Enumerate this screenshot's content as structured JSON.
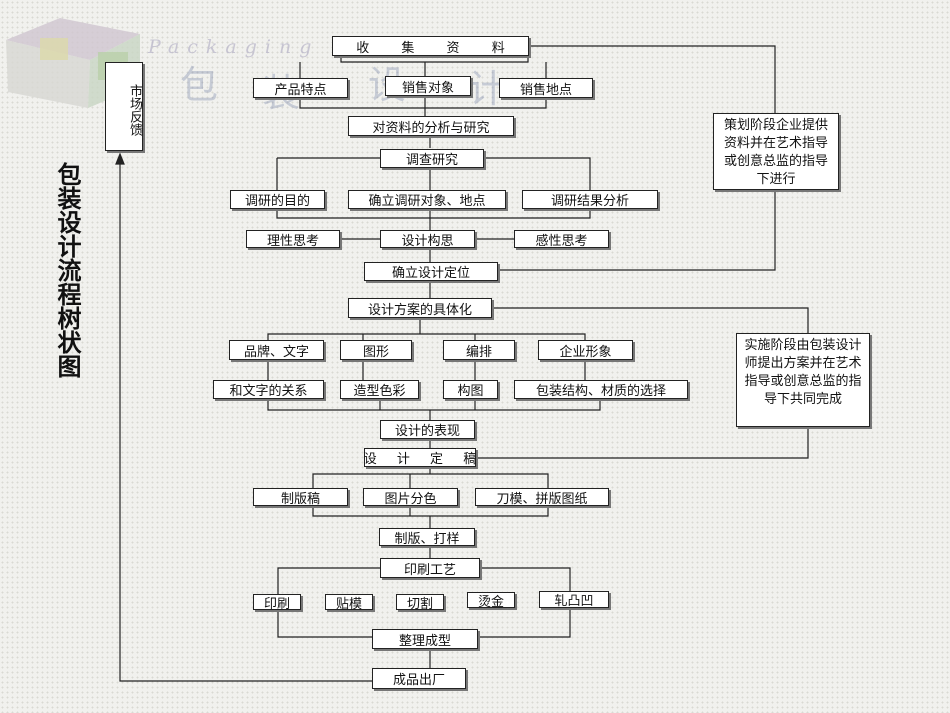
{
  "title": "包装设计流程树状图",
  "watermark": {
    "latin": "Packaging & Design",
    "chars": [
      "包",
      "装",
      "设",
      "计"
    ]
  },
  "market_feedback": "市场反馈",
  "notes": {
    "planning": "策划阶段企业提供资料并在艺术指导或创意总监的指导下进行",
    "implementation": "实施阶段由包装设计师提出方案并在艺术指导或创意总监的指导下共同完成"
  },
  "nodes": {
    "collect": "收 集 资 料",
    "product_features": "产品特点",
    "sales_target": "销售对象",
    "sales_location": "销售地点",
    "analysis": "对资料的分析与研究",
    "survey": "调查研究",
    "survey_purpose": "调研的目的",
    "survey_target": "确立调研对象、地点",
    "survey_result": "调研结果分析",
    "rational": "理性思考",
    "concept": "设计构思",
    "emotional": "感性思考",
    "positioning": "确立设计定位",
    "concretize": "设计方案的具体化",
    "brand_text": "品牌、文字",
    "graphics": "图形",
    "layout": "编排",
    "corporate_image": "企业形象",
    "text_relation": "和文字的关系",
    "shape_color": "造型色彩",
    "composition": "构图",
    "structure_material": "包装结构、材质的选择",
    "expression": "设计的表现",
    "final_draft": "设 计 定 稿",
    "plate_draft": "制版稿",
    "color_separation": "图片分色",
    "die_drawing": "刀模、拼版图纸",
    "plate_proof": "制版、打样",
    "printing_process": "印刷工艺",
    "print": "印刷",
    "laminate": "贴模",
    "cut": "切割",
    "hot_stamp": "烫金",
    "emboss": "轧凸凹",
    "finishing": "整理成型",
    "product_out": "成品出厂"
  }
}
